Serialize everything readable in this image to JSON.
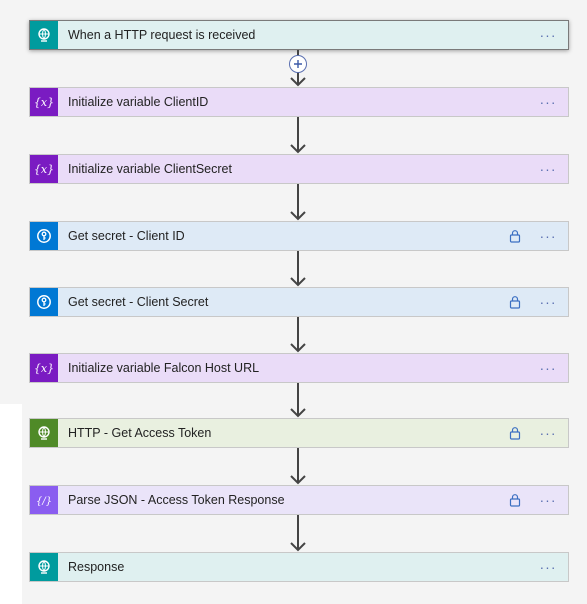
{
  "steps": [
    {
      "label": "When a HTTP request is received",
      "theme": "request",
      "icon": "globe-request-icon",
      "locked": false,
      "selected": true
    },
    {
      "label": "Initialize variable ClientID",
      "theme": "var",
      "icon": "variable-icon",
      "locked": false,
      "selected": false
    },
    {
      "label": "Initialize variable ClientSecret",
      "theme": "var",
      "icon": "variable-icon",
      "locked": false,
      "selected": false
    },
    {
      "label": "Get secret - Client ID",
      "theme": "vault",
      "icon": "key-vault-icon",
      "locked": true,
      "selected": false
    },
    {
      "label": "Get secret - Client Secret",
      "theme": "vault",
      "icon": "key-vault-icon",
      "locked": true,
      "selected": false
    },
    {
      "label": "Initialize variable Falcon Host URL",
      "theme": "var",
      "icon": "variable-icon",
      "locked": false,
      "selected": false
    },
    {
      "label": "HTTP - Get Access Token",
      "theme": "http",
      "icon": "globe-http-icon",
      "locked": true,
      "selected": false
    },
    {
      "label": "Parse JSON - Access Token Response",
      "theme": "json",
      "icon": "parse-json-icon",
      "locked": true,
      "selected": false
    },
    {
      "label": "Response",
      "theme": "request",
      "icon": "globe-response-icon",
      "locked": false,
      "selected": false
    }
  ],
  "more_label": "···",
  "colors": {
    "request": "#009b9e",
    "variable": "#7a1bc2",
    "key_vault": "#0078d4",
    "http": "#4f8a27",
    "parse_json": "#8a5df0",
    "menu_dots": "#5a6fb0"
  }
}
